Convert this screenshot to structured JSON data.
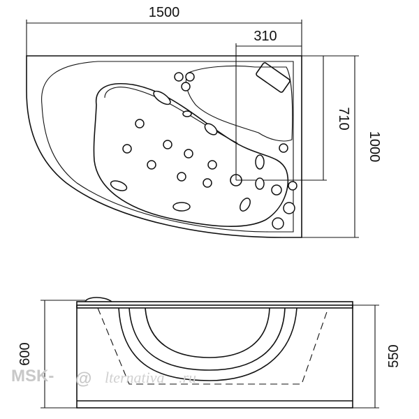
{
  "dimensions": {
    "total_width": "1500",
    "corner_width": "310",
    "depth_inner": "710",
    "total_depth": "1000",
    "height_total": "600",
    "height_body": "550"
  },
  "watermark": {
    "prefix": "MSK-",
    "at": "@",
    "suffix": "lternativa",
    "tld": ".ru"
  }
}
